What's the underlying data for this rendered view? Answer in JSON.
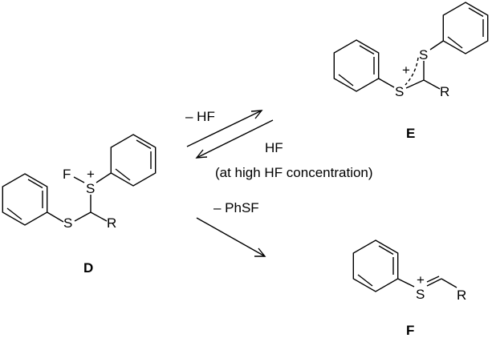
{
  "compounds": {
    "D": {
      "label": "D",
      "atoms": {
        "S1": "S",
        "S2": "S",
        "F": "F",
        "R": "R",
        "charge": "+"
      }
    },
    "E": {
      "label": "E",
      "atoms": {
        "S1": "S",
        "S2": "S",
        "R": "R",
        "charge": "+"
      }
    },
    "F": {
      "label": "F",
      "atoms": {
        "S": "S",
        "R": "R",
        "charge": "+"
      }
    }
  },
  "arrows": {
    "forward_label": "– HF",
    "reverse_label": "HF",
    "reverse_condition": "(at high HF concentration)",
    "elimination_label": "– PhSF"
  }
}
